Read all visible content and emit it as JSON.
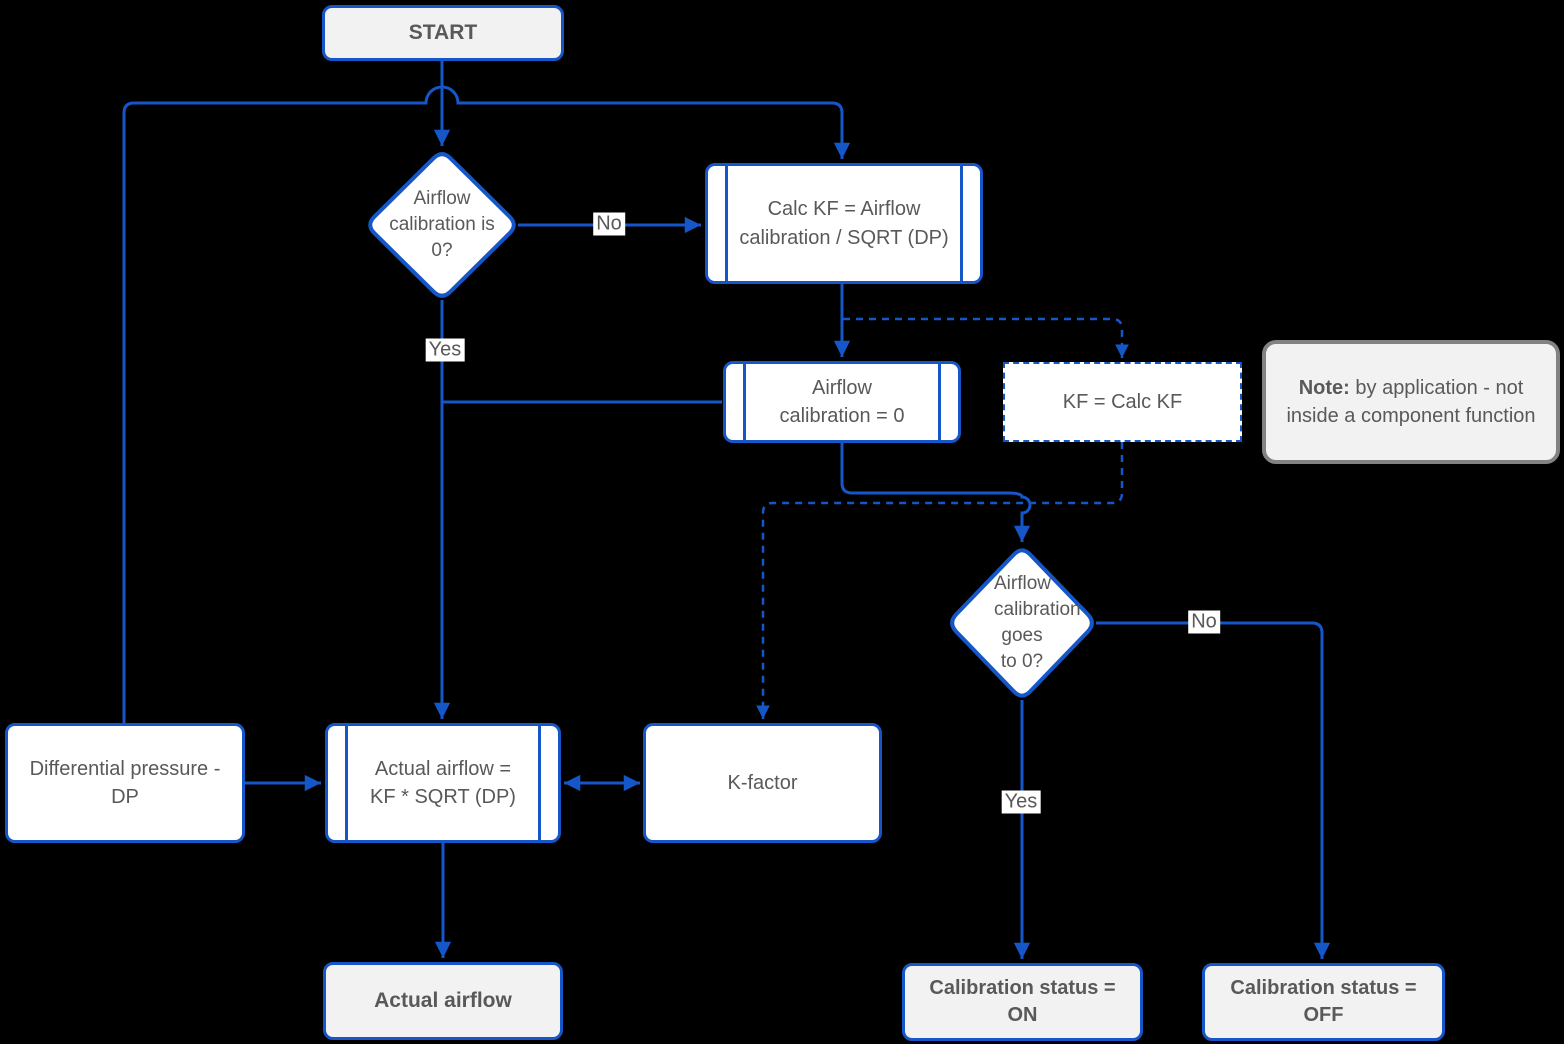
{
  "colors": {
    "accent_blue": "#1556C9",
    "text_gray": "#595959",
    "node_fill": "#FFFFFF",
    "terminal_fill": "#F2F2F2",
    "note_border": "#828282",
    "background": "#000000"
  },
  "nodes": {
    "start": "START",
    "decision_is_zero": "Airflow calibration is 0?",
    "calc_kf": "Calc KF = Airflow calibration / SQRT (DP)",
    "airflow_cal_zero": "Airflow calibration = 0",
    "kf_assign": "KF = Calc KF",
    "decision_goes_zero": "Airflow calibration goes to 0?",
    "diff_pressure": "Differential pressure - DP",
    "actual_airflow_calc": "Actual airflow = KF * SQRT (DP)",
    "k_factor": "K-factor",
    "actual_airflow": "Actual airflow",
    "cal_status_on": "Calibration status = ON",
    "cal_status_off": "Calibration status = OFF"
  },
  "note": {
    "prefix": "Note:",
    "body": " by application - not inside a component function"
  },
  "edge_labels": {
    "no_1": "No",
    "yes_1": "Yes",
    "no_2": "No",
    "yes_2": "Yes"
  }
}
